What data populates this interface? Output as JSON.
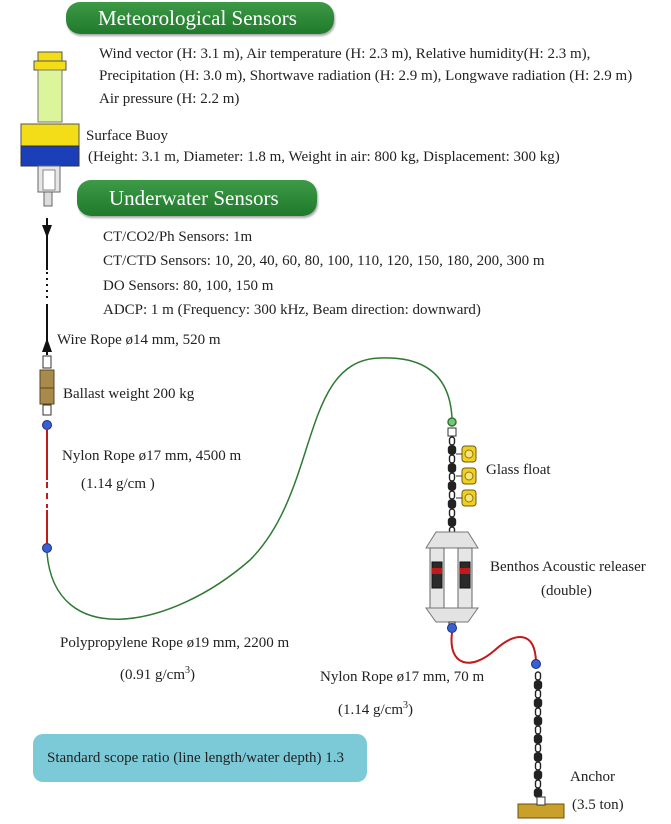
{
  "headers": {
    "meteo": "Meteorological Sensors",
    "underwater": "Underwater Sensors"
  },
  "meteo_lines": [
    "Wind vector (H: 3.1 m), Air temperature (H: 2.3 m), Relative humidity(H: 2.3 m),",
    "Precipitation (H: 3.0 m), Shortwave radiation (H: 2.9 m), Longwave radiation (H: 2.9 m)",
    "Air pressure (H: 2.2 m)"
  ],
  "buoy": {
    "title": "Surface Buoy",
    "specs": "(Height: 3.1 m, Diameter: 1.8 m, Weight in air: 800 kg, Displacement: 300 kg)"
  },
  "underwater_lines": [
    "CT/CO2/Ph Sensors: 1m",
    "CT/CTD Sensors: 10, 20, 40, 60, 80, 100, 110, 120, 150, 180, 200, 300 m",
    "DO Sensors:  80, 100, 150 m",
    "ADCP: 1 m (Frequency: 300 kHz, Beam direction: downward)"
  ],
  "labels": {
    "wire_rope": "Wire Rope ø14 mm, 520 m",
    "ballast": "Ballast weight  200 kg",
    "nylon1": "Nylon Rope ø17 mm, 4500 m",
    "nylon1_density": "(1.14 g/cm )",
    "glass_float": "Glass float",
    "releaser": "Benthos Acoustic releaser",
    "releaser_sub": "(double)",
    "pp_rope": "Polypropylene Rope ø19 mm, 2200 m",
    "pp_density_pre": "(0.91 g/cm",
    "pp_density_post": ")",
    "nylon2": "Nylon Rope ø17 mm, 70 m",
    "nylon2_density_pre": "(1.14 g/cm",
    "nylon2_density_post": ")",
    "cube_exp": "3",
    "anchor": "Anchor",
    "anchor_weight": "(3.5 ton)",
    "scope": "Standard scope ratio (line length/water depth) 1.3"
  },
  "colors": {
    "header_green": "#2f8a3a",
    "buoy_yellow": "#f2dd18",
    "buoy_blue": "#1a3fb8",
    "mast_green": "#ddf59a",
    "rope_green": "#2f7a32",
    "rope_red": "#c21a1a",
    "float_yellow": "#f0cf20",
    "anchor_gold": "#c8a02a",
    "scope_bg": "#7ccad8"
  }
}
